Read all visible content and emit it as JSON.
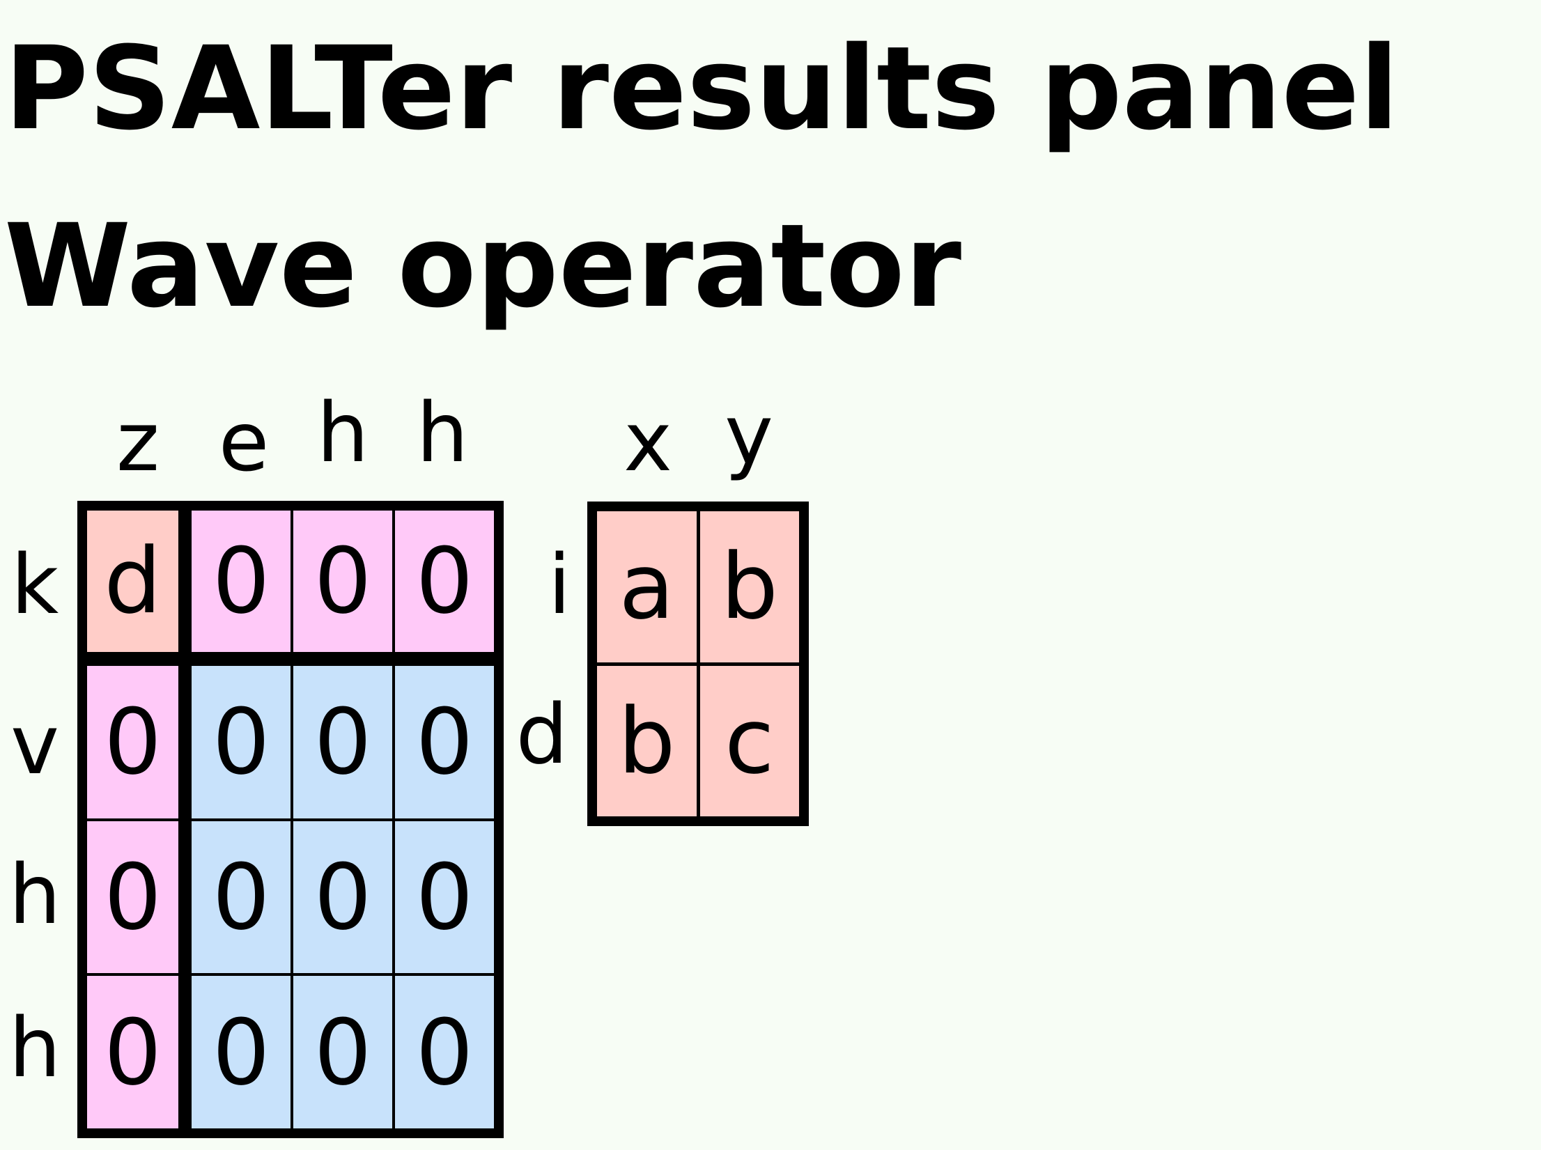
{
  "title": "PSALTer results panel",
  "subtitle": "Wave operator",
  "matrix_main": {
    "col_labels": [
      "z",
      "e",
      "h",
      "h"
    ],
    "row_labels": [
      "k",
      "v",
      "h",
      "h"
    ],
    "cells": [
      [
        "d",
        "0",
        "0",
        "0"
      ],
      [
        "0",
        "0",
        "0",
        "0"
      ],
      [
        "0",
        "0",
        "0",
        "0"
      ],
      [
        "0",
        "0",
        "0",
        "0"
      ]
    ]
  },
  "matrix_small": {
    "col_labels": [
      "x",
      "y"
    ],
    "row_labels": [
      "i",
      "d"
    ],
    "cells": [
      [
        "a",
        "b"
      ],
      [
        "b",
        "c"
      ]
    ]
  },
  "colors": {
    "background": "#f7fdf5",
    "pink": "#ffc9f8",
    "salmon": "#ffcdc8",
    "blue": "#c8e2fb",
    "border": "#000000"
  }
}
